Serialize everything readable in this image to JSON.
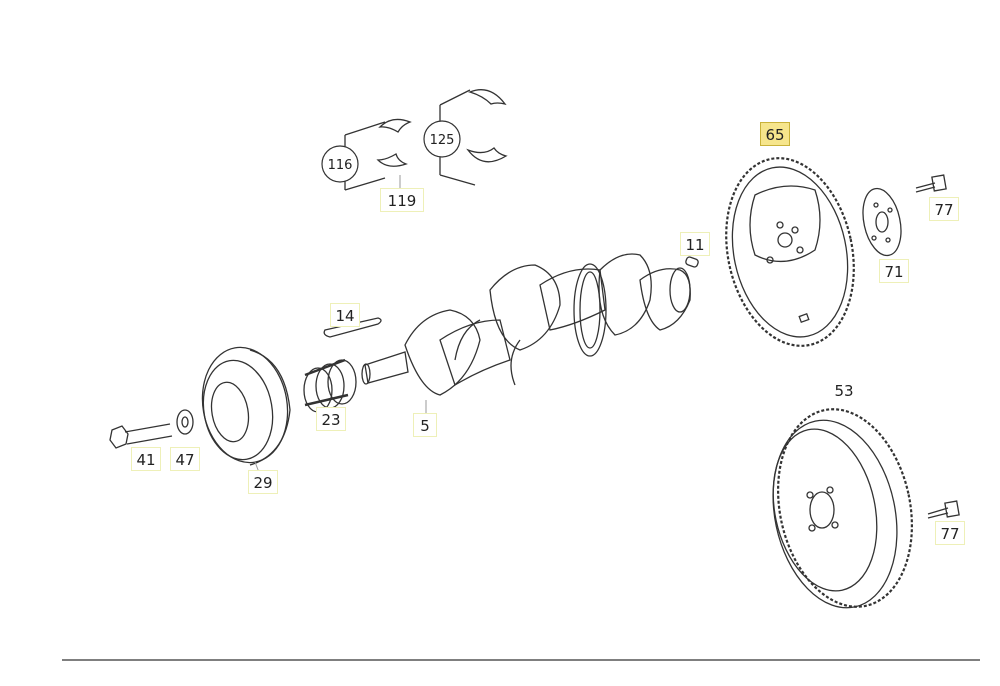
{
  "diagram": {
    "highlight_color": "#f6e58c",
    "callouts": {
      "p5": "5",
      "p11": "11",
      "p14": "14",
      "p23": "23",
      "p29": "29",
      "p41": "41",
      "p47": "47",
      "p53": "53",
      "p65": "65",
      "p71": "71",
      "p77a": "77",
      "p77b": "77",
      "p116": "116",
      "p119": "119",
      "p125": "125"
    },
    "highlighted_part": "65"
  }
}
